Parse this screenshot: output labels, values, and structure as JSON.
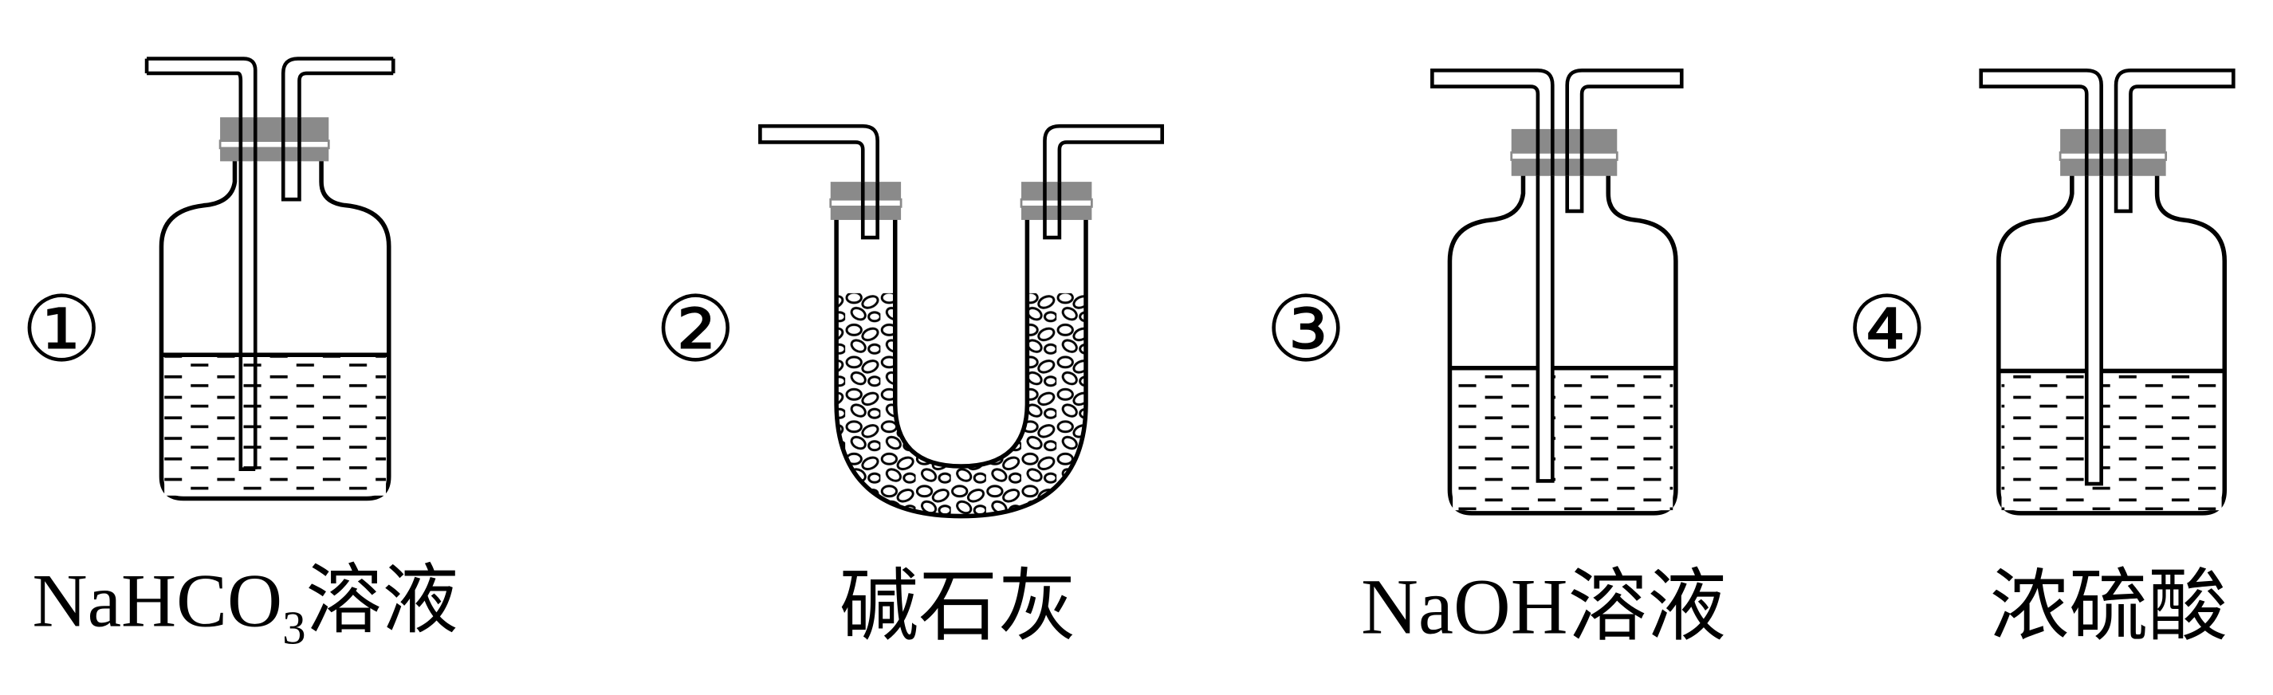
{
  "apparatus": [
    {
      "number": "①",
      "label": "NaHCO",
      "label_sub": "3",
      "label_suffix": "溶液"
    },
    {
      "number": "②",
      "label": "碱石灰"
    },
    {
      "number": "③",
      "label": "NaOH溶液"
    },
    {
      "number": "④",
      "label": "浓硫酸"
    }
  ]
}
